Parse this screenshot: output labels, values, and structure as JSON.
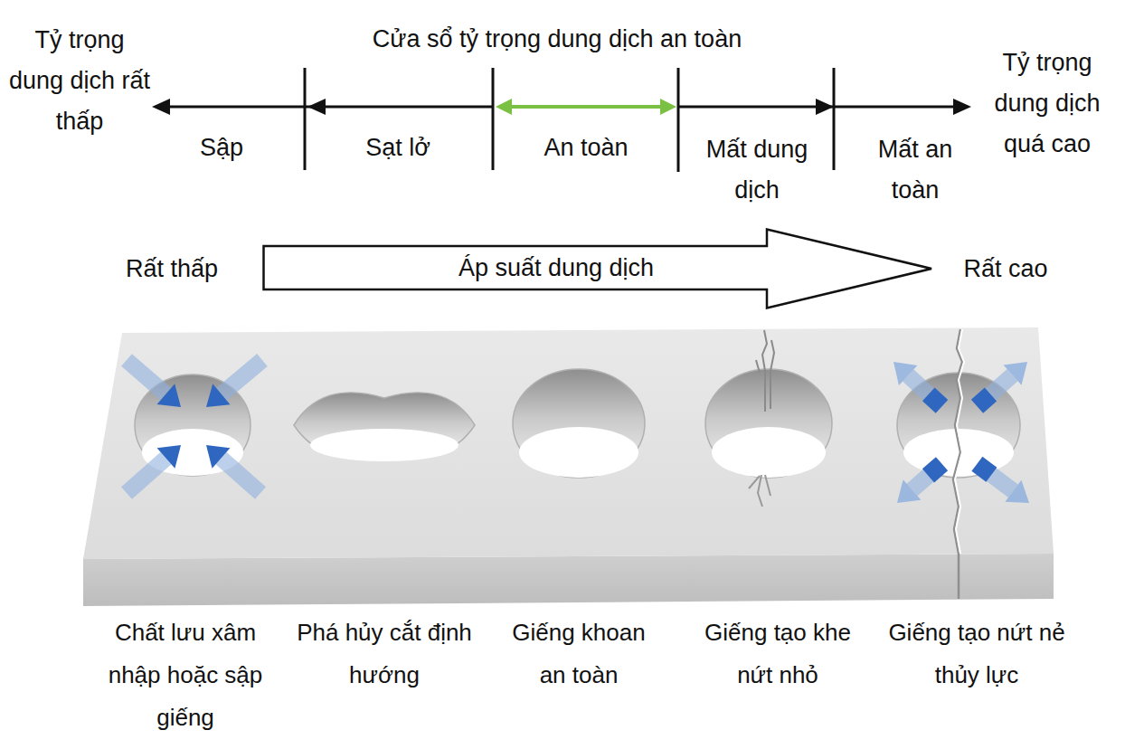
{
  "diagram": {
    "title": "Cửa sổ tỷ trọng dung dịch an toàn",
    "nodes": [
      {
        "text": [
          "Áp suất dung dịch"
        ]
      }
    ],
    "labels": [
      "Tỷ trọng dung dịch rất thấp",
      "Tỷ trọng dung dịch quá cao",
      "Sập",
      "Sạt lở",
      "An toàn",
      "Mất dung dịch",
      "Mất an toàn",
      "Rất thấp",
      "Rất cao",
      "Chất lưu xâm nhập hoặc sập giếng",
      "Phá hủy cắt định hướng",
      "Giếng khoan an toàn",
      "Giếng tạo khe nứt nhỏ",
      "Giếng tạo nứt nẻ thủy lực"
    ]
  }
}
